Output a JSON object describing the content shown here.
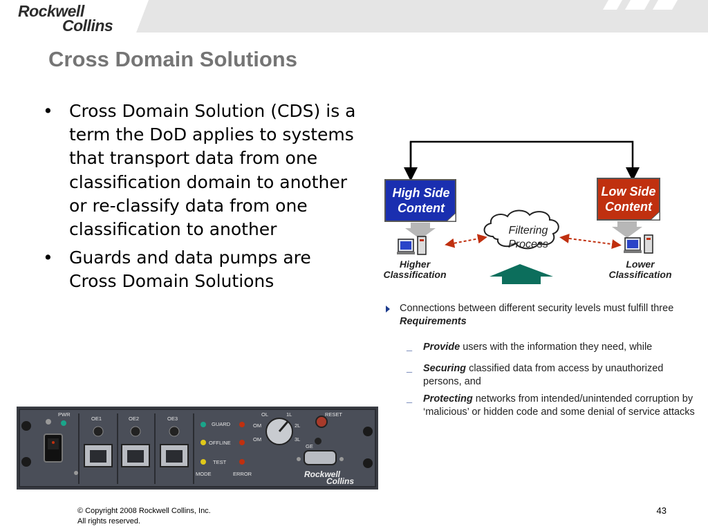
{
  "header": {
    "logo_line1": "Rockwell",
    "logo_line2": "Collins"
  },
  "slide": {
    "title": "Cross Domain Solutions",
    "bullets": [
      "Cross Domain Solution (CDS) is a term the DoD applies to systems that transport data from one classification domain to another or re-classify data from one classification to another",
      "Guards and data pumps are Cross Domain Solutions"
    ],
    "bullet_marker": "•"
  },
  "diagram": {
    "high_side": "High Side Content",
    "low_side": "Low Side Content",
    "filter": "Filtering Process",
    "higher_classification": "Higher Classification",
    "lower_classification": "Lower Classification",
    "colors": {
      "high_side": "#1a2fb0",
      "low_side": "#c0300f",
      "arrow_up": "#0c6e5c",
      "dashed_link": "#c0300f"
    }
  },
  "requirements": {
    "lead_part1": "Connections between different security levels must fulfill three",
    "lead_part2": "Requirements",
    "items": [
      {
        "keyword": "Provide",
        "text": " users with the information they need, while"
      },
      {
        "keyword": "Securing",
        "text": " classified data from access by unauthorized persons, and"
      },
      {
        "keyword": "Protecting",
        "text": " networks from intended/unintended corruption by ‘malicious’ or hidden code and some denial of service attacks"
      }
    ],
    "dash": "_"
  },
  "device": {
    "labels": {
      "pwr": "PWR",
      "oe1": "OE1",
      "oe2": "OE2",
      "oe3": "OE3",
      "guard": "GUARD",
      "offline": "OFFLINE",
      "test": "TEST",
      "mode": "MODE",
      "error": "ERROR",
      "reset": "RESET",
      "ge": "GE",
      "ol": "OL",
      "one_l": "1L",
      "two_l": "2L",
      "three_l": "3L",
      "om": "OM",
      "om2": "OM",
      "brand1": "Rockwell",
      "brand2": "Collins"
    }
  },
  "footer": {
    "copyright": "© Copyright 2008 Rockwell Collins, Inc.",
    "rights": "All rights reserved.",
    "page_number": "43"
  }
}
